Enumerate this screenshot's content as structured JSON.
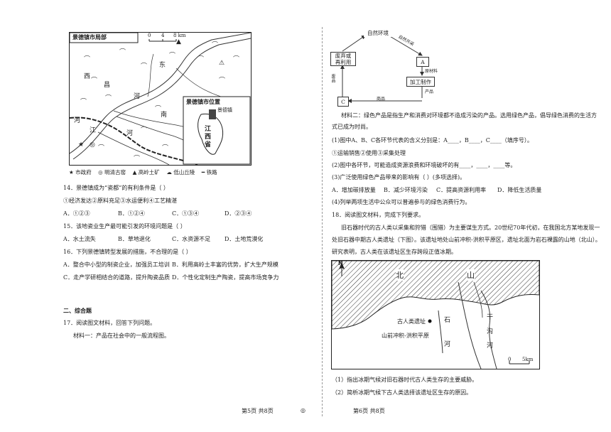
{
  "left": {
    "map1": {
      "title": "景德镇市局部",
      "scale_0": "0",
      "scale_4": "4",
      "scale_8": "8 km",
      "river_west": [
        "西",
        "昌"
      ],
      "river_east": "东",
      "river_he1": "河",
      "river_nan": "南",
      "river_he2": "河",
      "river_jiang": [
        "河",
        "江"
      ],
      "inset_title": "景德镇市位置",
      "inset_city": "景德镇",
      "inset_province": [
        "江",
        "西",
        "省"
      ],
      "legend": [
        "★ 市政府",
        "◎ 明清古窑",
        "▲ 高岭土矿",
        "☁ 低山丘陵",
        "━ 铁路"
      ]
    },
    "q14": "14．景德镇成为“瓷都”的有利条件是（    ）",
    "q14_items": "①经济发达②原料充足③水运便利④工艺精湛",
    "q14_opts": [
      "A．①②③",
      "B．①②④",
      "C．①③④",
      "D．②③④"
    ],
    "q15": "15．该地瓷业生产最可能引发的环境问题是（    ）",
    "q15_opts": [
      "A．水土流失",
      "B．草地退化",
      "C．水资源不足",
      "D．土地荒漠化"
    ],
    "q16": "16．下列景德镇转型发展的措施，不合理的是（    ）",
    "q16_opts": [
      "A．整合中小型的制瓷企业，加强员工培训",
      "B．利用高岭土丰富的优势，扩大生产规模",
      "C．走产学研相结合的道路，提升陶瓷品质",
      "D．个性化定制生产陶瓷，提高市场竞争力"
    ],
    "section": "二、综合题",
    "q17": "17．阅读图文材料，回答下列问题。",
    "mat1": "材料一：产品在社会中的一般流程图。"
  },
  "right": {
    "flow": {
      "nature": "自然环境",
      "reuse": "废弃或\n再利用",
      "A": "A",
      "B": "加工制作",
      "C": "C",
      "lbl_mine": "自然开采",
      "lbl_raw": "原材料",
      "lbl_product": "产品",
      "lbl_goods": "商品",
      "lbl_waste": "废品"
    },
    "mat2_l1": "材料二：绿色产品是指生产和消费对环境都不造成污染的产品。选用绿色产品，倡导绿色消费的生活方",
    "mat2_l2": "式已成为时尚。",
    "q17_1": "(1)图中A、B、C各环节代表的含义分别是：A____，B____，C____（填序号）。",
    "q17_1_opts": "①运输销售②使用③采集处理",
    "q17_2": "(2)图中各环节，可能造成资源浪费和环境破坏的有____，____，____等。",
    "q17_3": "(3)广泛使用绿色产品带来的影响有（    ）(多项选择)。",
    "q17_3_opts": [
      "A．增加碳排放量",
      "B．减少环境污染",
      "C．提高资源利用率",
      "D．降低生活质量"
    ],
    "q17_4": "(4)列举两项生活中公众可以普遍参与的绿色消费行为。",
    "q18": "18．阅读图文材料，完成下列要求。",
    "q18_p1": "旧石器时代的古人类以采集和狩猎（围猎）为主要谋生方式。20世纪70年代初，在我国北方某地发现一",
    "q18_p2": "处旧石器中期古人类遗址（下图）。该遗址地处山前冲积-洪积平原区，遗址北面为岩石裸露的山地（北山）。",
    "q18_p3": "研究表明，古人类在该遗址区生存跨段正值冰期。",
    "map2": {
      "north": "N",
      "bei": "北",
      "shan": "山",
      "site": "古人类遗址",
      "plain": "山前冲积-洪积平原",
      "shi": "石",
      "he1": "河",
      "gan": "干",
      "gou": "沟",
      "he2": "河",
      "scale0": "0",
      "scale5": "5km"
    },
    "q18_1": "（1）指出冰期气候对旧石器时代古人类生存的主要威胁。",
    "q18_2": "（2）简析冰期气候下古人类选择该遗址区生存的原因。"
  },
  "footer": {
    "left": "第5页  共8页",
    "mid": "◎",
    "right": "第6页  共8页"
  }
}
